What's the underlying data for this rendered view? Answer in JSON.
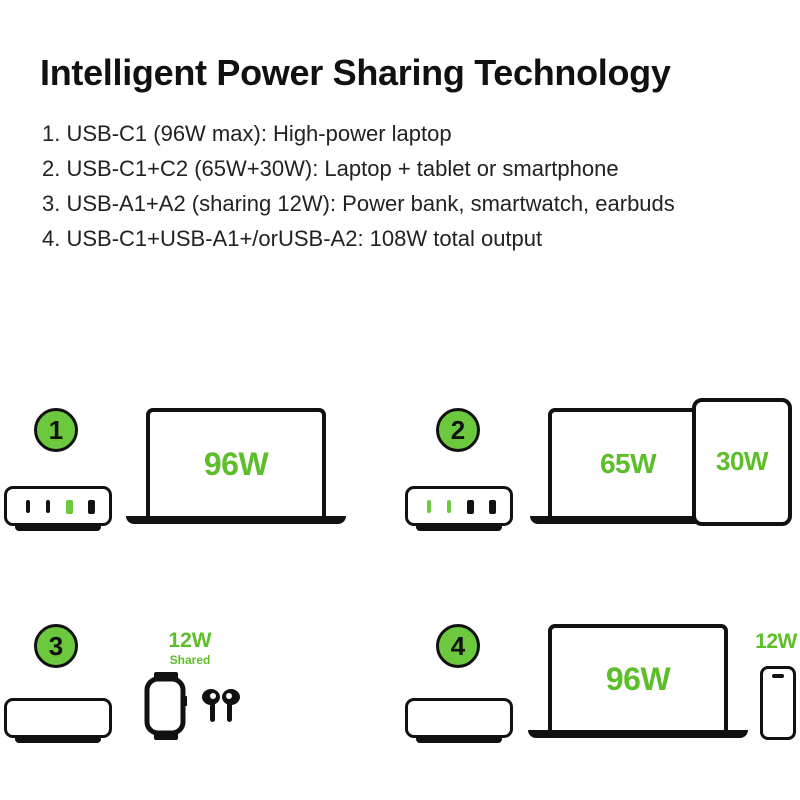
{
  "title": "Intelligent Power Sharing Technology",
  "features": [
    "1. USB-C1 (96W max): High-power laptop",
    "2. USB-C1+C2 (65W+30W): Laptop + tablet or smartphone",
    "3. USB-A1+A2 (sharing 12W): Power bank, smartwatch, earbuds",
    "4. USB-C1+USB-A1+/orUSB-A2: 108W total output"
  ],
  "scenarios": [
    {
      "number": "1",
      "laptop_watt": "96W",
      "active_ports": [
        "c1"
      ]
    },
    {
      "number": "2",
      "laptop_watt": "65W",
      "tablet_watt": "30W",
      "active_ports": [
        "c1",
        "c2"
      ]
    },
    {
      "number": "3",
      "shared_watt": "12W",
      "shared_label": "Shared",
      "active_ports": [
        "a1",
        "a2"
      ]
    },
    {
      "number": "4",
      "laptop_watt": "96W",
      "phone_watt": "12W",
      "active_ports": [
        "c1",
        "a1",
        "a2"
      ]
    }
  ],
  "colors": {
    "accent": "#6cc83c",
    "watt_text": "#5cbf2a",
    "outline": "#111111"
  },
  "icons": [
    "charger-icon",
    "laptop-icon",
    "tablet-icon",
    "smartwatch-icon",
    "earbuds-icon",
    "smartphone-icon"
  ]
}
